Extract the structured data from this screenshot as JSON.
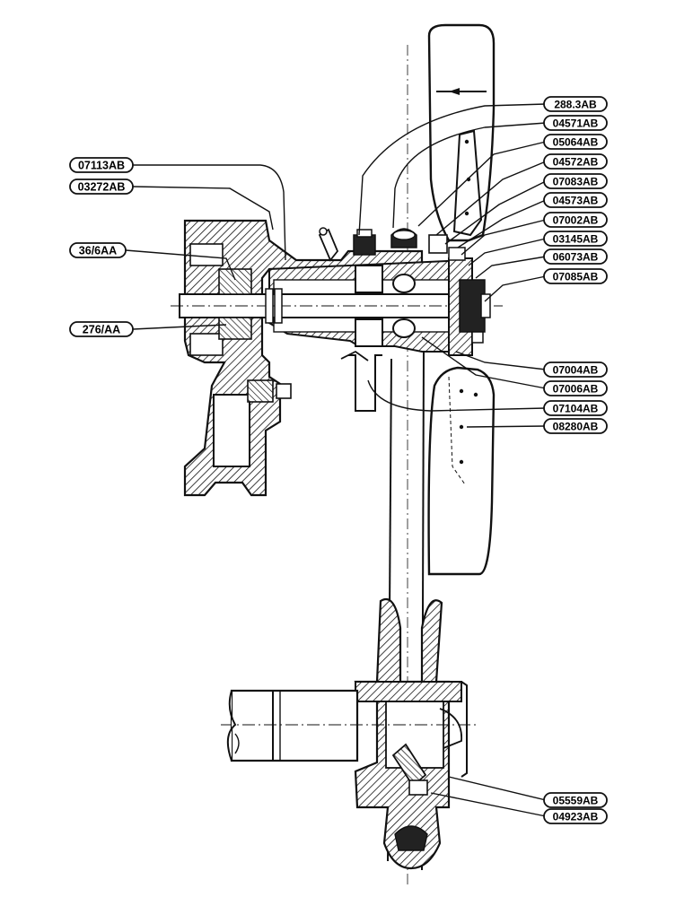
{
  "diagram": {
    "left_callouts": [
      {
        "part": "07113AB"
      },
      {
        "part": "03272AB"
      },
      {
        "part": "36/6AA"
      },
      {
        "part": "276/AA"
      }
    ],
    "right_callouts": [
      {
        "part": "288.3AB"
      },
      {
        "part": "04571AB"
      },
      {
        "part": "05064AB"
      },
      {
        "part": "04572AB"
      },
      {
        "part": "07083AB"
      },
      {
        "part": "04573AB"
      },
      {
        "part": "07002AB"
      },
      {
        "part": "03145AB"
      },
      {
        "part": "06073AB"
      },
      {
        "part": "07085AB"
      },
      {
        "part": "07004AB"
      },
      {
        "part": "07006AB"
      },
      {
        "part": "07104AB"
      },
      {
        "part": "08280AB"
      },
      {
        "part": "05559AB"
      },
      {
        "part": "04923AB"
      }
    ]
  }
}
